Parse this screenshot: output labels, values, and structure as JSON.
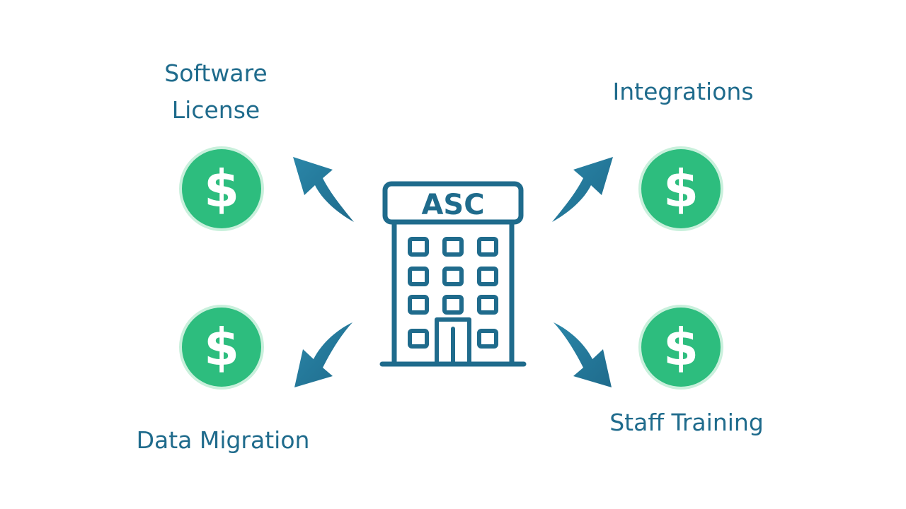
{
  "center": {
    "building_label": "ASC"
  },
  "cost_items": [
    {
      "id": "software-license",
      "lines": [
        "Software",
        "License"
      ],
      "symbol": "$"
    },
    {
      "id": "integrations",
      "lines": [
        "Integrations"
      ],
      "symbol": "$"
    },
    {
      "id": "data-migration",
      "lines": [
        "Data Migration"
      ],
      "symbol": "$"
    },
    {
      "id": "staff-training",
      "lines": [
        "Staff Training"
      ],
      "symbol": "$"
    }
  ],
  "colors": {
    "primary_blue": "#1f6b8c",
    "coin_green": "#2dbd7e",
    "coin_ring": "#c9f0dc",
    "background": "#ffffff"
  },
  "icons": {
    "building": "office-building-icon",
    "coin": "dollar-coin-icon",
    "arrow": "curved-arrow-icon"
  }
}
